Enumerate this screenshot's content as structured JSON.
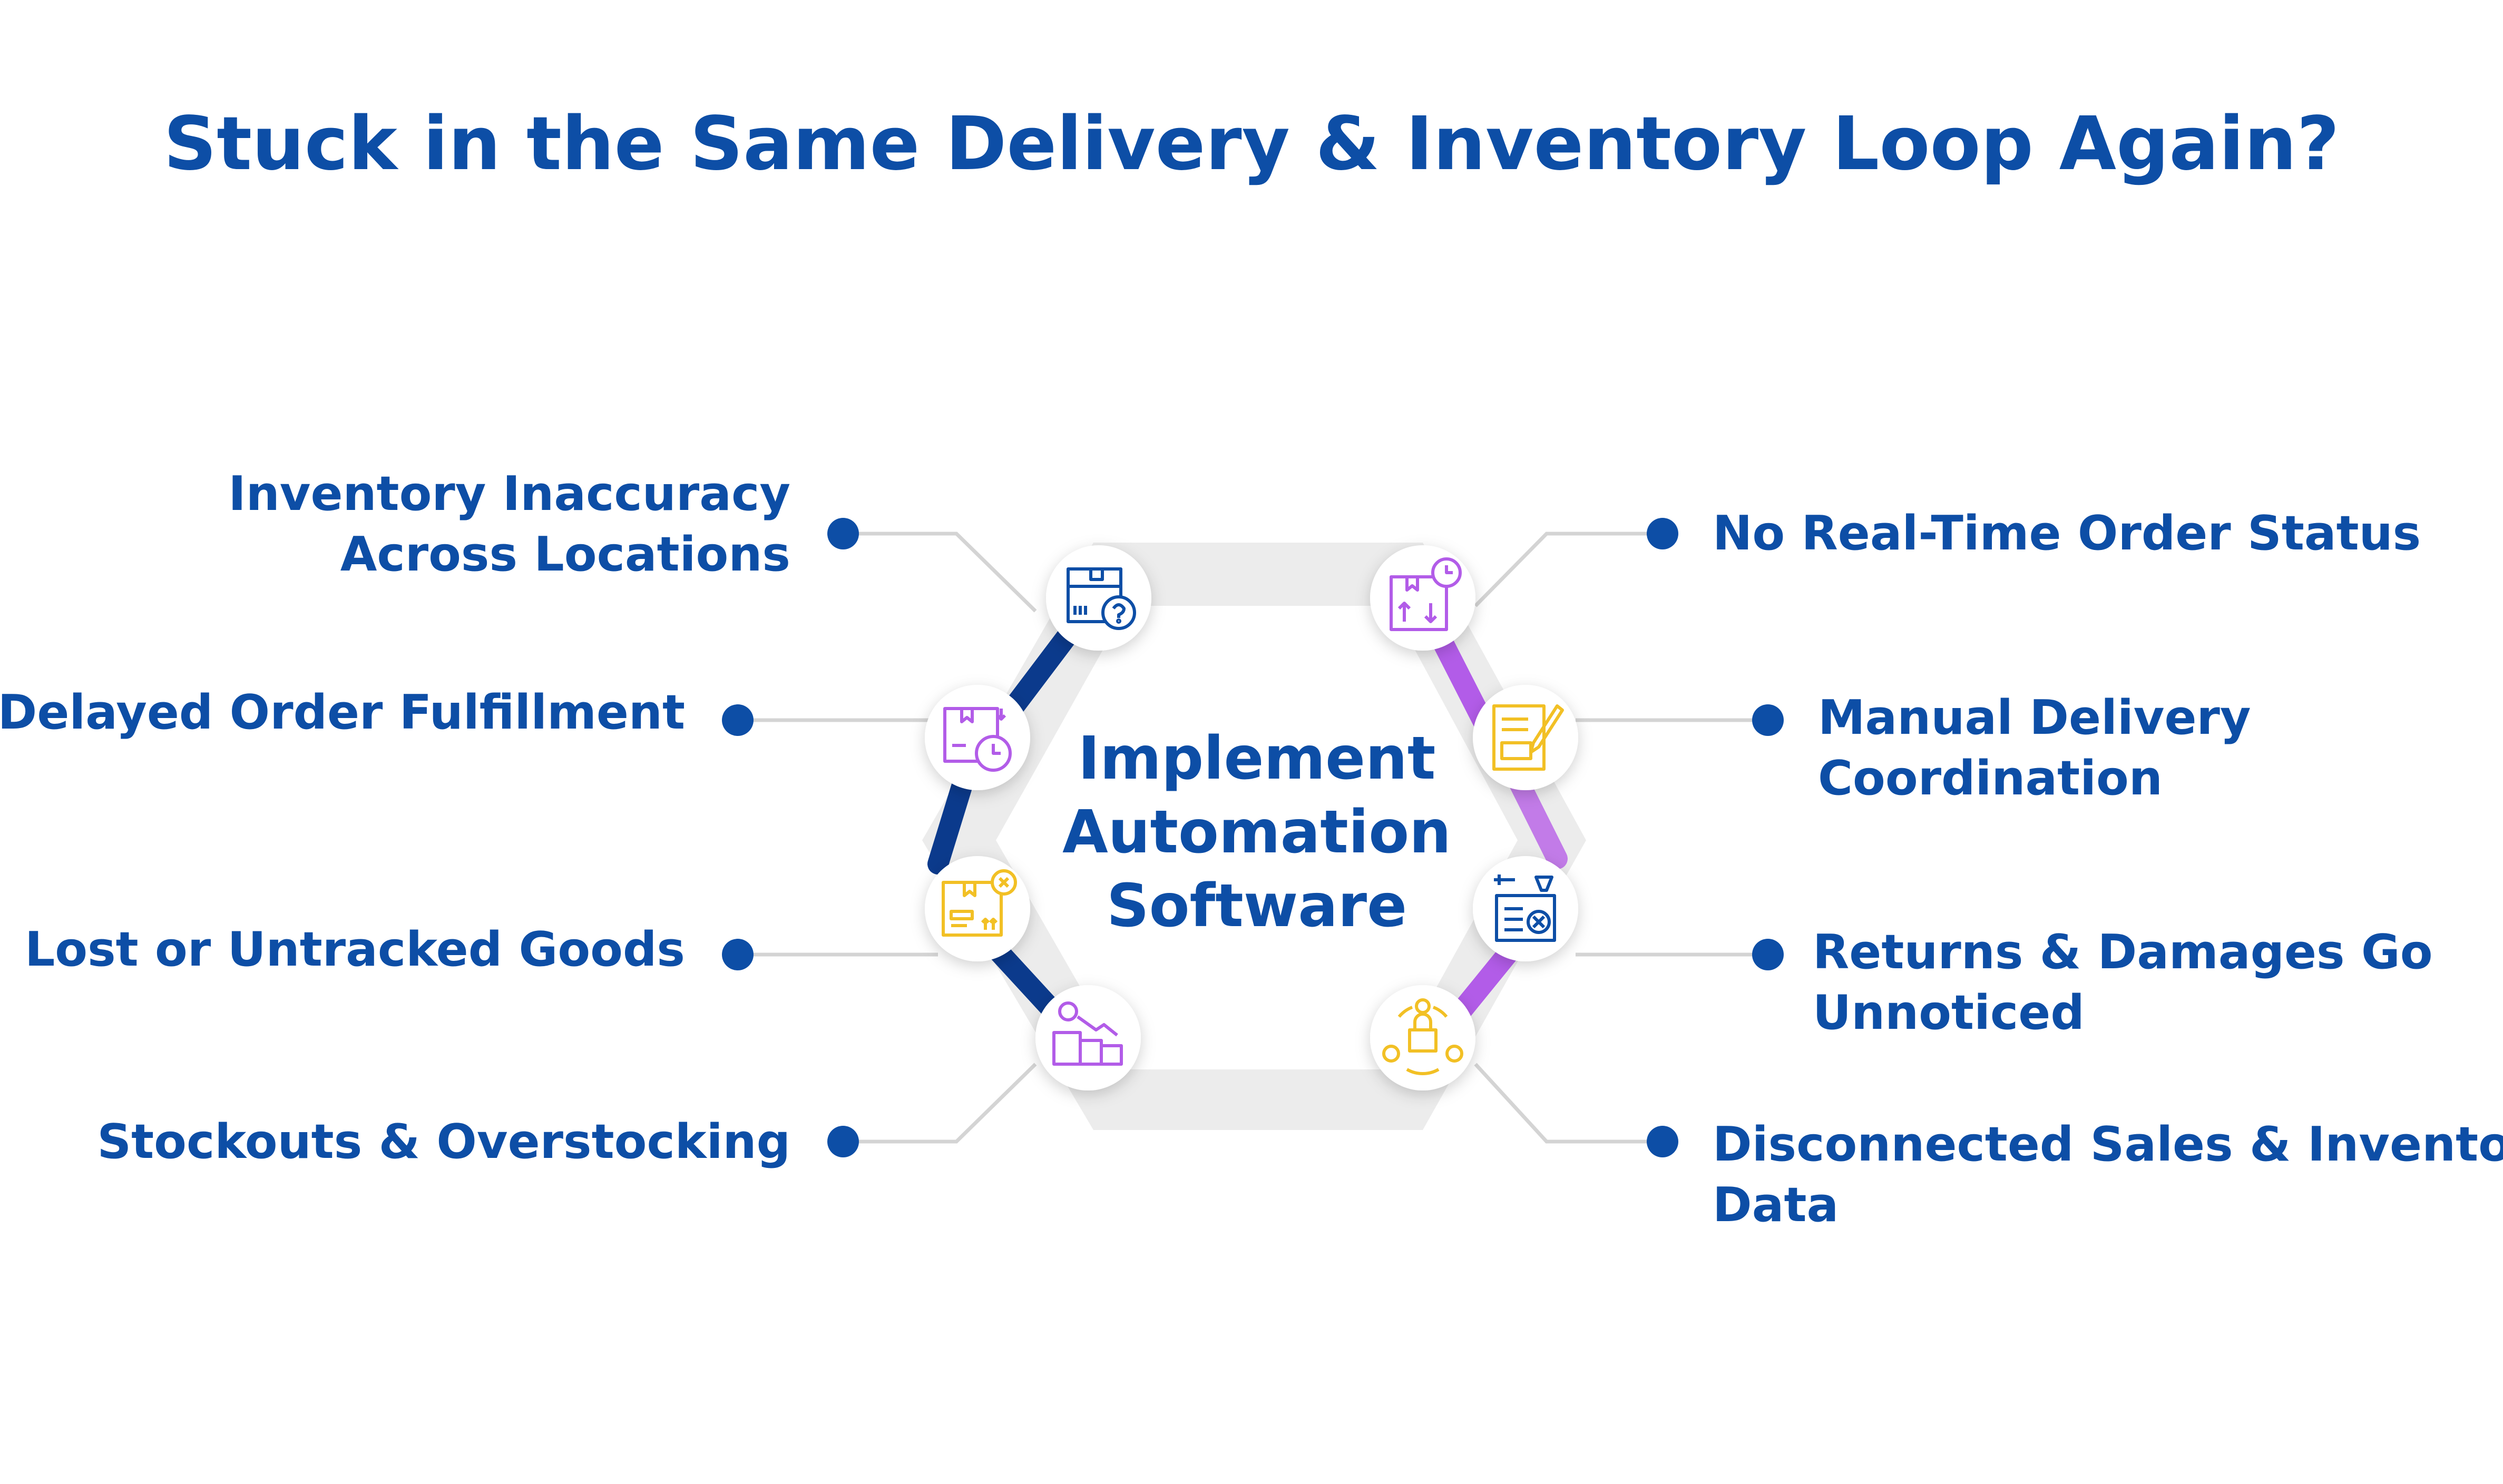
{
  "title": "Stuck in the Same Delivery & Inventory Loop Again?",
  "center": {
    "lines": [
      "Implement",
      "Automation",
      "Software"
    ]
  },
  "colors": {
    "brand_blue": "#0d4ea6",
    "dark_blue": "#0b3a8c",
    "purple": "#b25ce8",
    "yellow": "#f2c025",
    "connector_gray": "#d4d4d4",
    "hex_gray": "#ececec"
  },
  "challenges": [
    {
      "side": "left",
      "lines": [
        "Inventory Inaccuracy",
        "Across Locations"
      ],
      "icon": "box-location-question-icon",
      "icon_color": "#0d4ea6"
    },
    {
      "side": "left",
      "lines": [
        "Delayed Order Fulfillment"
      ],
      "icon": "box-clock-icon",
      "icon_color": "#b25ce8"
    },
    {
      "side": "left",
      "lines": [
        "Lost or Untracked Goods"
      ],
      "icon": "box-missing-icon",
      "icon_color": "#f2c025"
    },
    {
      "side": "left",
      "lines": [
        "Stockouts & Overstocking"
      ],
      "icon": "boxes-dollar-decline-icon",
      "icon_color": "#b25ce8"
    },
    {
      "side": "right",
      "lines": [
        "No Real-Time Order Status"
      ],
      "icon": "box-time-arrows-icon",
      "icon_color": "#b25ce8"
    },
    {
      "side": "right",
      "lines": [
        "Manual Delivery",
        "Coordination"
      ],
      "icon": "checklist-pencil-icon",
      "icon_color": "#f2c025"
    },
    {
      "side": "right",
      "lines": [
        "Returns & Damages Go",
        "Unnoticed"
      ],
      "icon": "tools-damaged-box-icon",
      "icon_color": "#0d4ea6"
    },
    {
      "side": "right",
      "lines": [
        "Disconnected Sales & Inventory",
        "Data"
      ],
      "icon": "disconnected-cycle-icon",
      "icon_color": "#f2c025"
    }
  ]
}
